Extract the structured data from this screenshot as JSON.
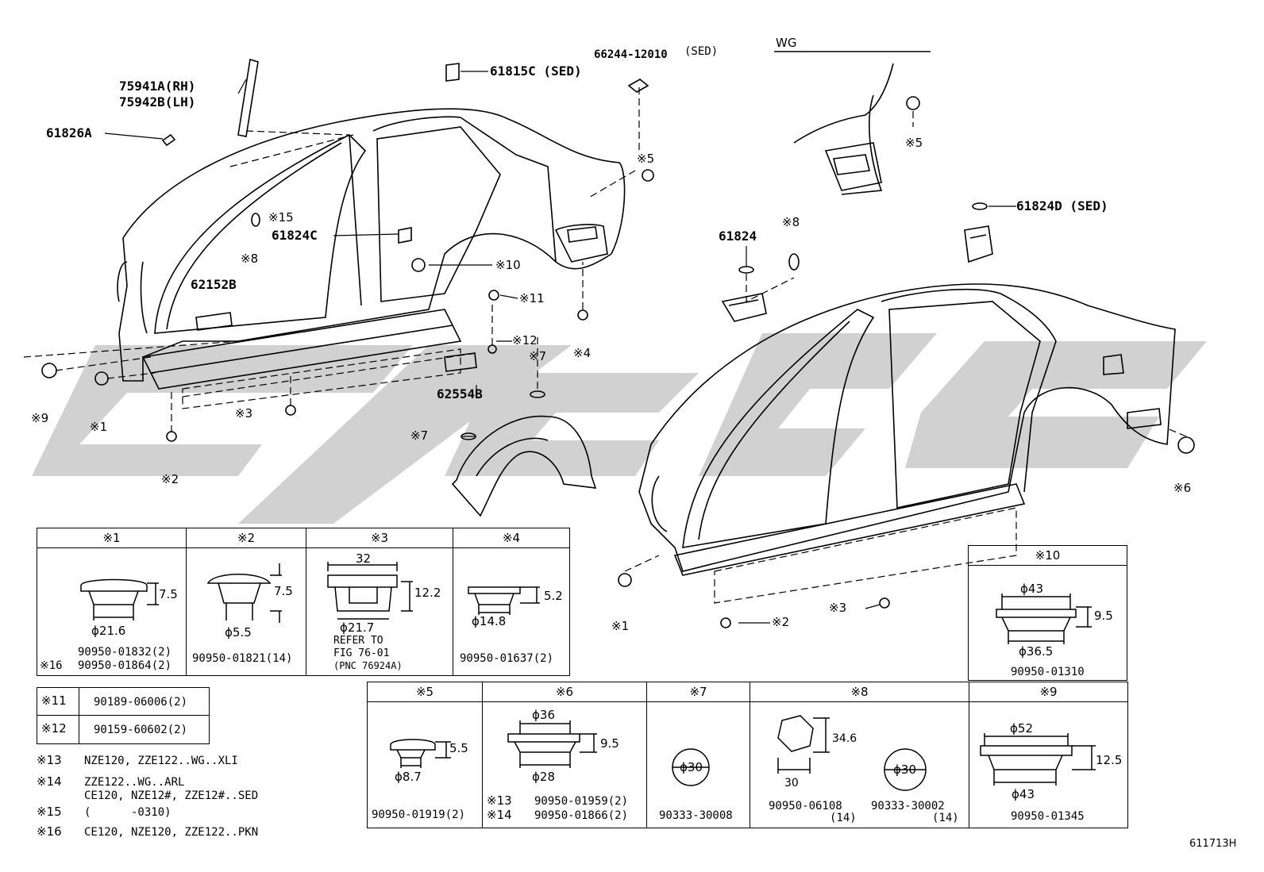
{
  "watermark": {
    "color": "#c9c9c9"
  },
  "diagram_id": "611713H",
  "labels": {
    "p75941a": "75941A(RH)",
    "p75942b": "75942B(LH)",
    "p61826a": "61826A",
    "p61815c": "61815C (SED)",
    "p66244": "66244-12010",
    "p66244_suffix": "(SED)",
    "wg": "WG",
    "p61824d": "61824D (SED)",
    "p61824c": "61824C",
    "p62152b": "62152B",
    "p62554b": "62554B",
    "p61824": "61824"
  },
  "callouts": {
    "c1a": "※1",
    "c1b": "※1",
    "c2a": "※2",
    "c2b": "※2",
    "c3a": "※3",
    "c3b": "※3",
    "c4": "※4",
    "c5a": "※5",
    "c5b": "※5",
    "c6": "※6",
    "c7a": "※7",
    "c7b": "※7",
    "c8a": "※8",
    "c8b": "※8",
    "c9": "※9",
    "c10": "※10",
    "c11": "※11",
    "c12": "※12",
    "c15": "※15"
  },
  "tables": {
    "t1": {
      "header": "※1",
      "dim_h": "7.5",
      "dim_d": "ϕ21.6",
      "part1": "90950-01832(2)",
      "part2_prefix": "※16",
      "part2": "90950-01864(2)"
    },
    "t2": {
      "header": "※2",
      "dim_h": "7.5",
      "dim_d": "ϕ5.5",
      "part": "90950-01821(14)"
    },
    "t3": {
      "header": "※3",
      "dim_w": "32",
      "dim_h": "12.2",
      "dim_d": "ϕ21.7",
      "ref1": "REFER TO",
      "ref2": "FIG 76-01",
      "ref3": "(PNC 76924A)"
    },
    "t4": {
      "header": "※4",
      "dim_h": "5.2",
      "dim_d": "ϕ14.8",
      "part": "90950-01637(2)"
    },
    "t10": {
      "header": "※10",
      "dim_top": "ϕ43",
      "dim_h": "9.5",
      "dim_bot": "ϕ36.5",
      "part": "90950-01310"
    },
    "t11": {
      "key": "※11",
      "part": "90189-06006(2)"
    },
    "t12": {
      "key": "※12",
      "part": "90159-60602(2)"
    },
    "t5": {
      "header": "※5",
      "dim_h": "5.5",
      "dim_d": "ϕ8.7",
      "part": "90950-01919(2)"
    },
    "t6": {
      "header": "※6",
      "dim_top": "ϕ36",
      "dim_h": "9.5",
      "dim_bot": "ϕ28",
      "p13key": "※13",
      "p13": "90950-01959(2)",
      "p14key": "※14",
      "p14": "90950-01866(2)"
    },
    "t7": {
      "header": "※7",
      "dim_d": "ϕ30",
      "part": "90333-30008"
    },
    "t8": {
      "header": "※8",
      "dim_hex": "34.6",
      "dim_w": "30",
      "dim_d": "ϕ30",
      "part1": "90950-06108",
      "part1_q": "(14)",
      "part2": "90333-30002",
      "part2_q": "(14)"
    },
    "t9": {
      "header": "※9",
      "dim_top": "ϕ52",
      "dim_h": "12.5",
      "dim_bot": "ϕ43",
      "part": "90950-01345"
    }
  },
  "notes": [
    {
      "key": "※13",
      "text": "NZE120, ZZE122..WG..XLI"
    },
    {
      "key": "※14",
      "text": "ZZE122..WG..ARL"
    },
    {
      "key": "",
      "text": "CE120, NZE12#, ZZE12#..SED"
    },
    {
      "key": "※15",
      "text": "(      -0310)"
    },
    {
      "key": "※16",
      "text": "CE120, NZE120, ZZE122..PKN"
    }
  ]
}
